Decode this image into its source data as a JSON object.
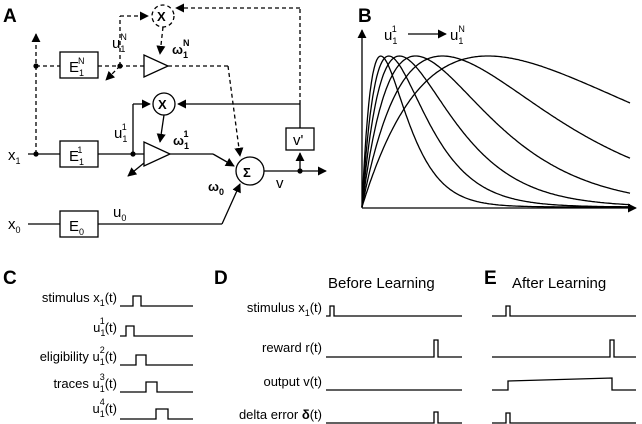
{
  "panels": {
    "a": "A",
    "b": "B",
    "c": "C",
    "d": "D",
    "e": "E"
  },
  "panel_a": {
    "input_x1": "x",
    "input_x1_sub": "1",
    "input_x0": "x",
    "input_x0_sub": "0",
    "filter_e1n": "E",
    "filter_e1n_sub": "1",
    "filter_e1n_sup": "N",
    "filter_e11": "E",
    "filter_e11_sub": "1",
    "filter_e11_sup": "1",
    "filter_e0": "E",
    "filter_e0_sub": "0",
    "trace_u1n": "u",
    "trace_u1n_sub": "1",
    "trace_u1n_sup": "N",
    "trace_u11": "u",
    "trace_u11_sub": "1",
    "trace_u11_sup": "1",
    "trace_u0": "u",
    "trace_u0_sub": "0",
    "weight_w1n": "ω",
    "weight_w1n_sub": "1",
    "weight_w1n_sup": "N",
    "weight_w11": "ω",
    "weight_w11_sub": "1",
    "weight_w11_sup": "1",
    "weight_w0": "ω",
    "weight_w0_sub": "0",
    "multiplier": "X",
    "sum": "Σ",
    "output": "v",
    "derivative": "v'"
  },
  "panel_b": {
    "label_from": "u",
    "label_from_sub": "1",
    "label_from_sup": "1",
    "label_to": "u",
    "label_to_sub": "1",
    "label_to_sup": "N",
    "curve_peaks": [
      0.07,
      0.1,
      0.14,
      0.2,
      0.3,
      0.47
    ]
  },
  "panel_c": {
    "row1": "stimulus x",
    "row1_sub": "1",
    "row1_suffix": "(t)",
    "row2": "u",
    "row2_sub": "1",
    "row2_sup": "1",
    "row2_suffix": "(t)",
    "row3": "eligibility u",
    "row3_sub": "1",
    "row3_sup": "2",
    "row3_suffix": "(t)",
    "row4": "traces u",
    "row4_sub": "1",
    "row4_sup": "3",
    "row4_suffix": "(t)",
    "row5": "u",
    "row5_sub": "1",
    "row5_sup": "4",
    "row5_suffix": "(t)"
  },
  "panel_d": {
    "title": "Before Learning",
    "row1": "stimulus x",
    "row1_sub": "1",
    "row1_suffix": "(t)",
    "row2": "reward r(t)",
    "row3": "output v(t)",
    "row4": "delta error ",
    "row4_symbol": "δ",
    "row4_suffix": "(t)"
  },
  "panel_e": {
    "title": "After Learning"
  }
}
